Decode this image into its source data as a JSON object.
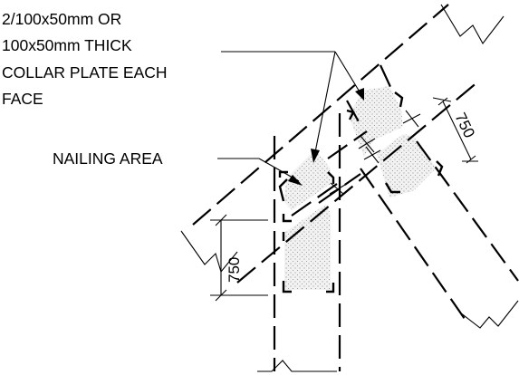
{
  "labels": {
    "collar_plate_line1": "2/100x50mm OR",
    "collar_plate_line2": "100x50mm THICK",
    "collar_plate_line3": "COLLAR PLATE EACH",
    "collar_plate_line4": "FACE",
    "nailing_area": "NAILING AREA"
  },
  "dimensions": {
    "upper_right": "750",
    "lower_left": "750"
  }
}
